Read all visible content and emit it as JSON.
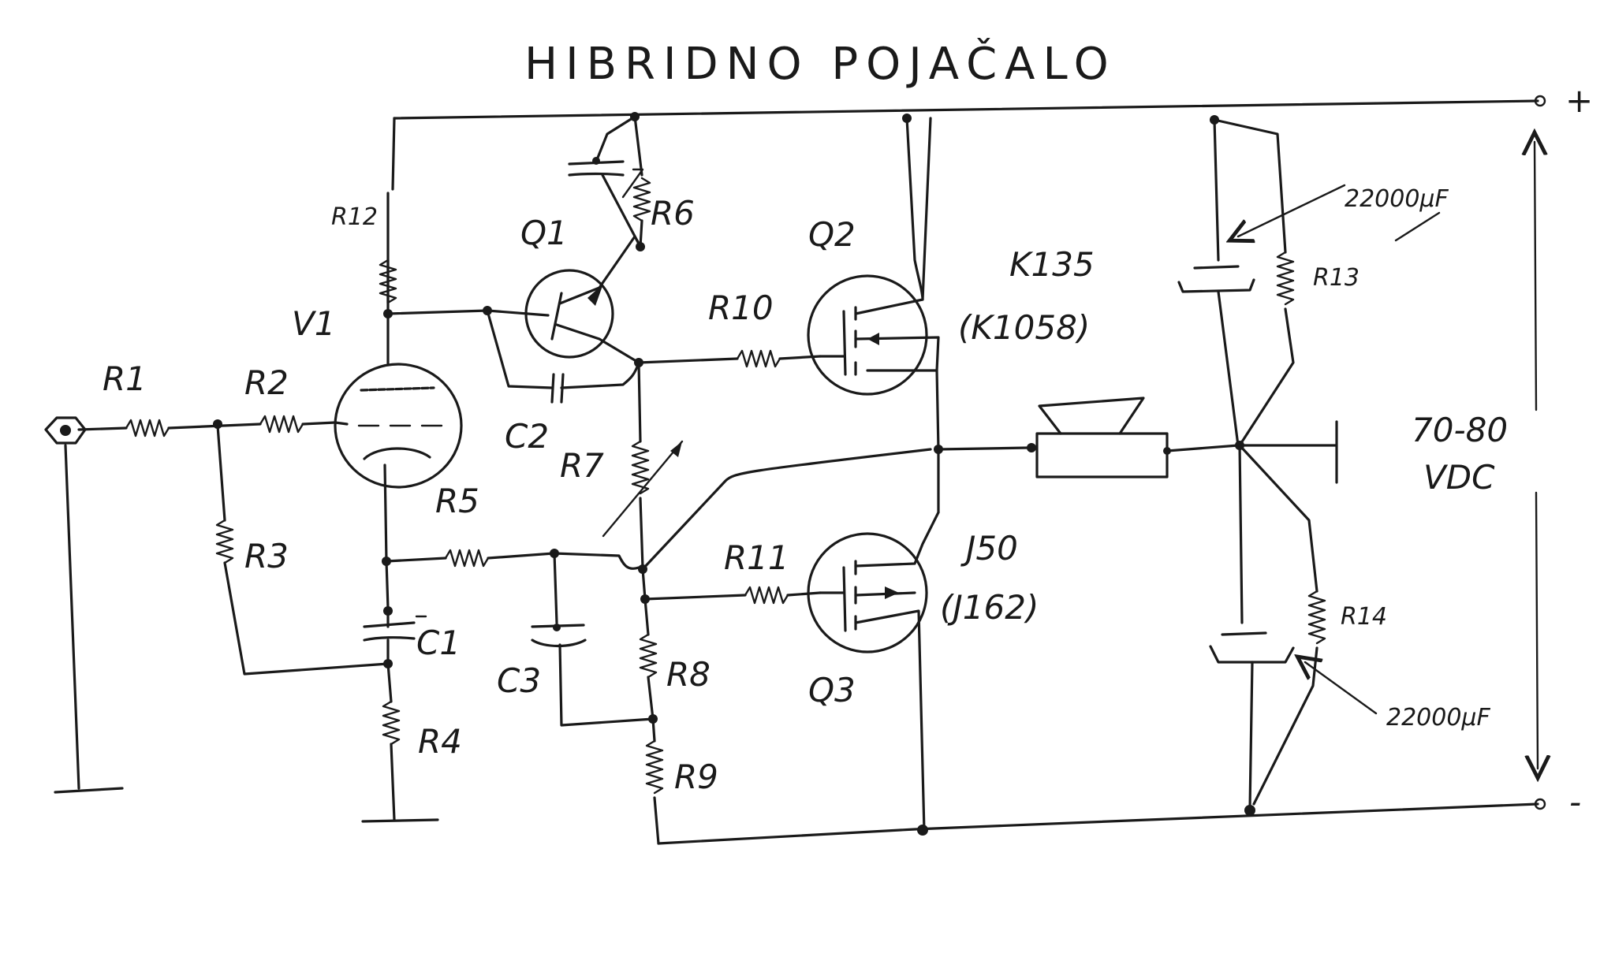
{
  "title": "HIBRIDNO POJAČALO",
  "labels": {
    "r1": "R1",
    "r2": "R2",
    "r3": "R3",
    "r4": "R4",
    "r5": "R5",
    "r6": "R6",
    "r7": "R7",
    "r8": "R8",
    "r9": "R9",
    "r10": "R10",
    "r11": "R11",
    "r12": "R12",
    "r13": "R13",
    "r14": "R14",
    "c1": "C1",
    "c2": "C2",
    "c3": "C3",
    "v1": "V1",
    "q1": "Q1",
    "q2": "Q2",
    "q3": "Q3",
    "q2_part": "K135",
    "q2_alt": "(K1058)",
    "q3_part": "J50",
    "q3_alt": "(J162)",
    "cap_top": "22000μF",
    "cap_bottom": "22000μF",
    "voltage_line1": "70-80",
    "voltage_line2": "VDC",
    "plus": "+",
    "minus": "-"
  },
  "colors": {
    "ink": "#1a1a1a",
    "paper": "#ffffff"
  }
}
